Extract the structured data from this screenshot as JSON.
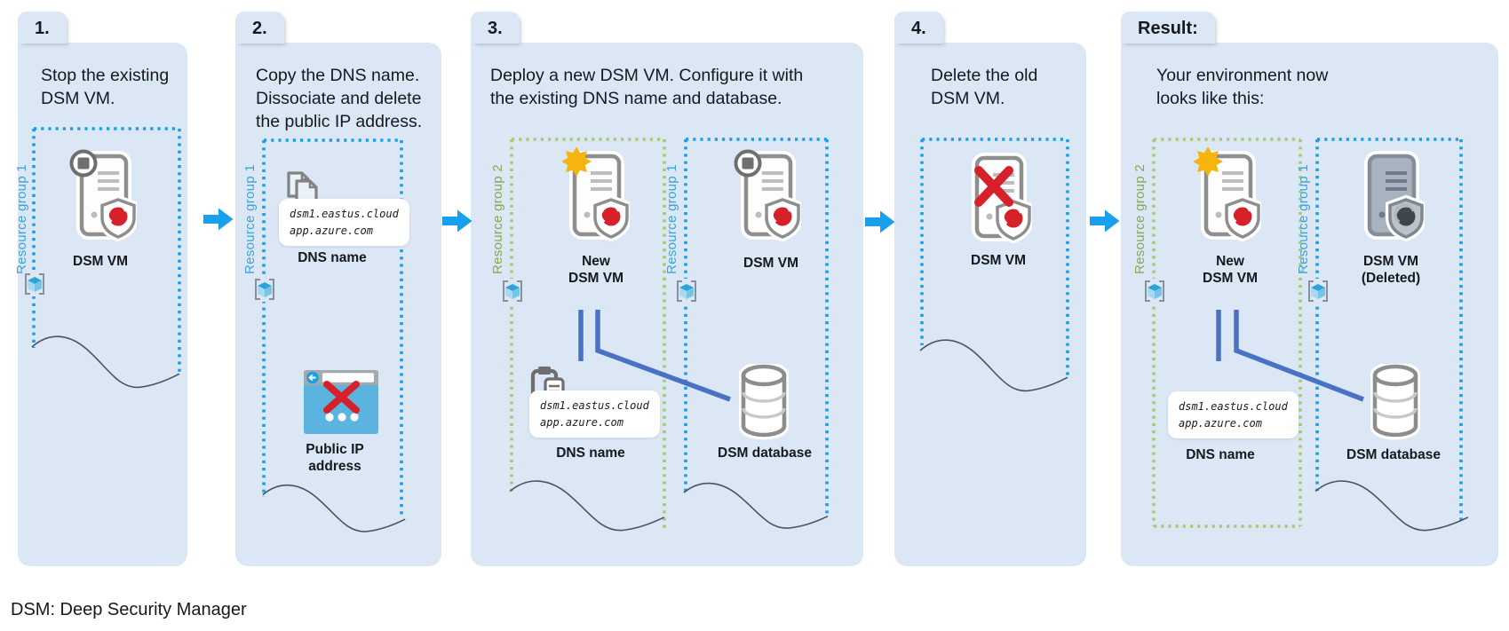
{
  "colors": {
    "panel_bg": "#dbe7f4",
    "blue_border": "#189fe9",
    "green_border": "#a6cb72",
    "blue_label": "#3ba3da",
    "green_label": "#83aa50",
    "arrow": "#18a0ee",
    "connector": "#4a72c4",
    "star": "#f6b40e",
    "red": "#d6202a",
    "ink": "#16191d"
  },
  "footer_note": "DSM: Deep Security Manager",
  "shared": {
    "resource_group_1": "Resource group 1",
    "resource_group_2": "Resource group 2",
    "dsm_vm": "DSM VM",
    "new_label": "New",
    "deleted_label": "(Deleted)",
    "dns_name": "DNS name",
    "public_ip_1": "Public IP",
    "public_ip_2": "address",
    "dsm_database": "DSM database",
    "dns_value_line1": "dsm1.eastus.cloud",
    "dns_value_line2": "app.azure.com"
  },
  "panels": [
    {
      "tab": "1.",
      "heading": "Stop the existing DSM VM."
    },
    {
      "tab": "2.",
      "heading": "Copy the DNS name. Dissociate and delete the public IP address."
    },
    {
      "tab": "3.",
      "heading": "Deploy a new DSM VM. Configure it with the existing DNS name and database."
    },
    {
      "tab": "4.",
      "heading": "Delete the old DSM VM."
    },
    {
      "tab": "Result:",
      "heading": "Your environment now looks like this:"
    }
  ]
}
